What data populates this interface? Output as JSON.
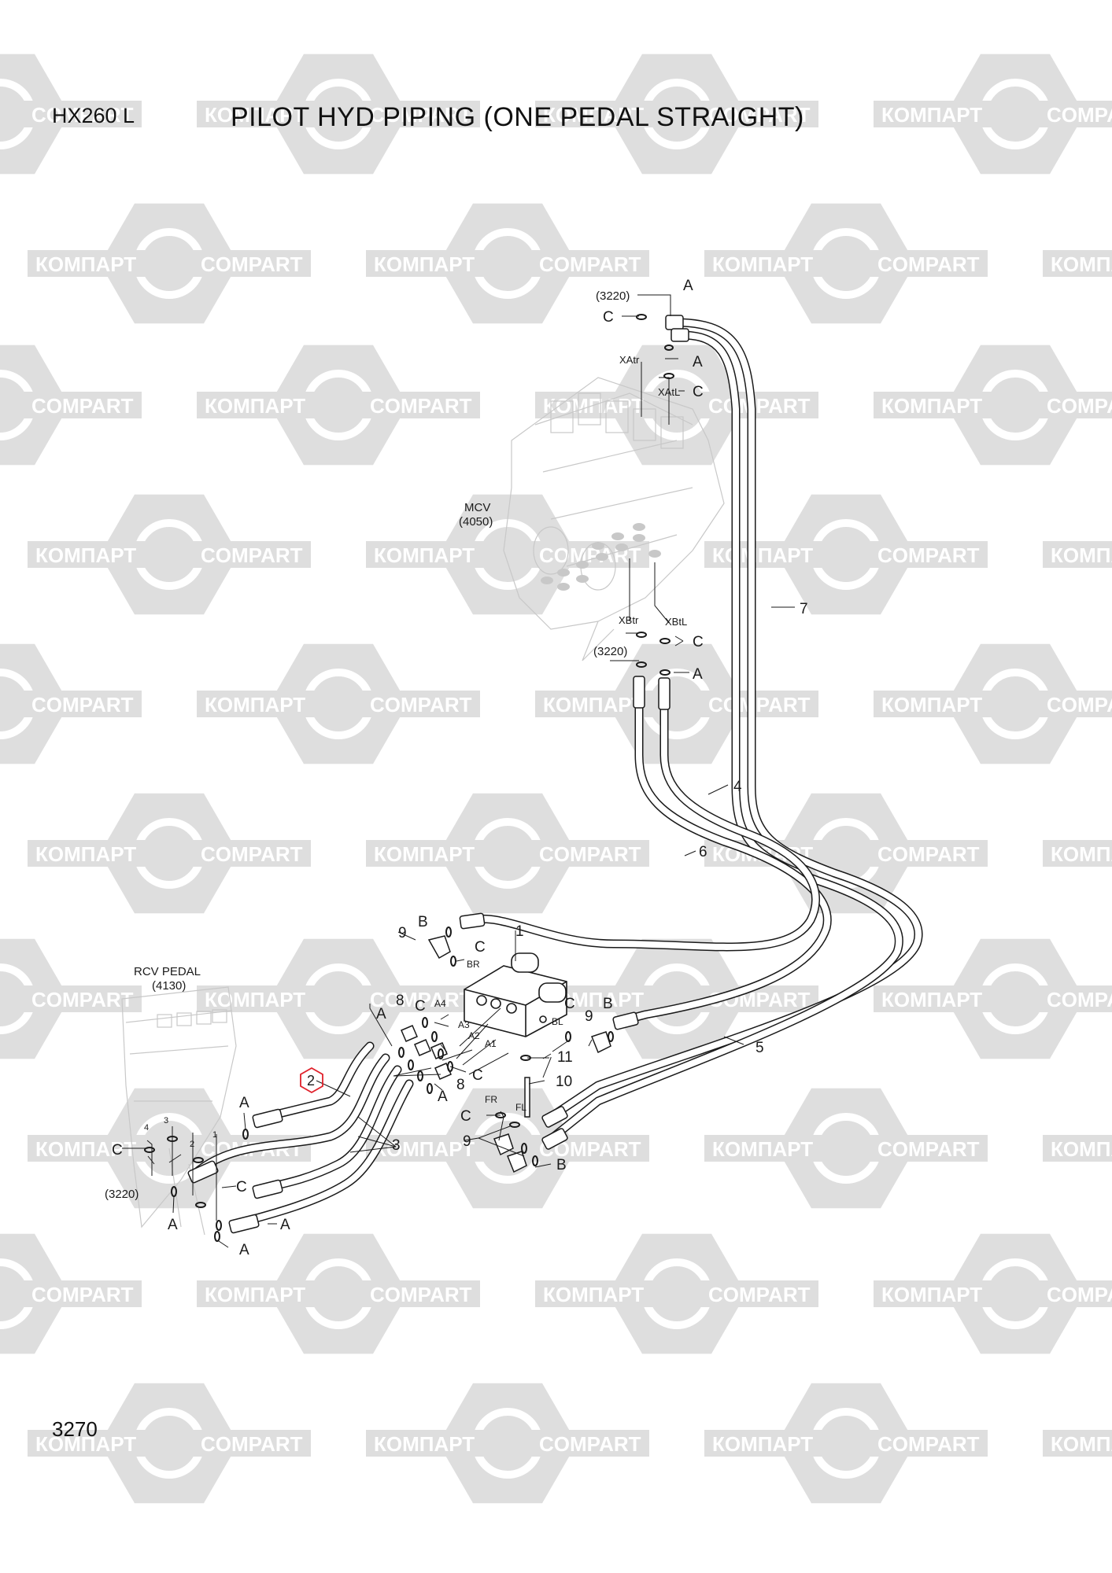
{
  "header": {
    "model": "HX260 L",
    "title": "PILOT HYD PIPING (ONE PEDAL STRAIGHT)"
  },
  "footer": {
    "page_number": "3270"
  },
  "watermark": {
    "text_cyrillic": "КОМПАРТ",
    "text_latin": "COMPART"
  },
  "components": {
    "mcv": "MCV",
    "mcv_ref": "(4050)",
    "rcv_pedal": "RCV PEDAL",
    "rcv_ref": "(4130)",
    "ref_3220": "(3220)"
  },
  "ports": {
    "xatr": "XAtr",
    "xatl": "XAtL",
    "xbtr": "XBtr",
    "xbtl": "XBtL",
    "br": "BR",
    "bl": "BL",
    "fr": "FR",
    "fl": "FL",
    "a1": "A1",
    "a2": "A2",
    "a3": "A3",
    "a4": "A4"
  },
  "parts": {
    "p1": "1",
    "p2": "2",
    "p3": "3",
    "p4": "4",
    "p5": "5",
    "p6": "6",
    "p7": "7",
    "p8": "8",
    "p9": "9",
    "p10": "10",
    "p11": "11",
    "small_1": "1",
    "small_2": "2",
    "small_3": "3",
    "small_4": "4"
  },
  "letters": {
    "a": "A",
    "b": "B",
    "c": "C"
  },
  "colors": {
    "line": "#1a1a1a",
    "ghost": "#c8c8c8",
    "watermark": "#dedede",
    "highlight": "#e0202a"
  }
}
